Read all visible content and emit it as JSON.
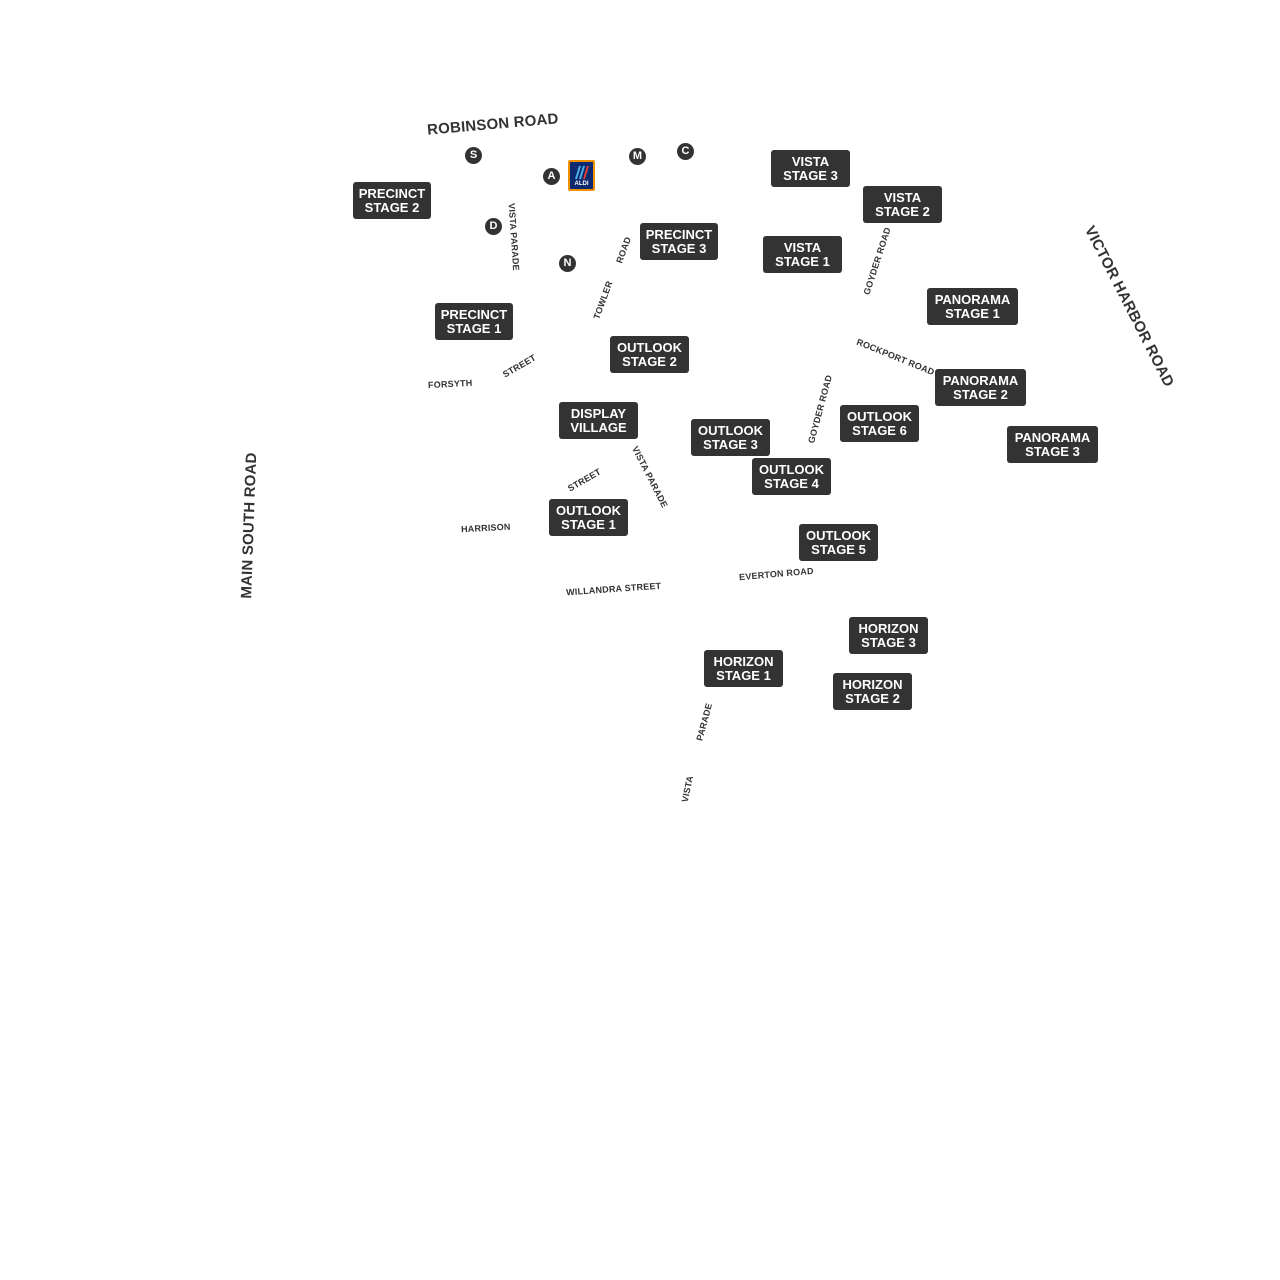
{
  "stages": {
    "precinct_2": {
      "line1": "PRECINCT",
      "line2": "STAGE 2"
    },
    "precinct_1": {
      "line1": "PRECINCT",
      "line2": "STAGE 1"
    },
    "precinct_3": {
      "line1": "PRECINCT",
      "line2": "STAGE 3"
    },
    "vista_3": {
      "line1": "VISTA",
      "line2": "STAGE 3"
    },
    "vista_2": {
      "line1": "VISTA",
      "line2": "STAGE 2"
    },
    "vista_1": {
      "line1": "VISTA",
      "line2": "STAGE 1"
    },
    "panorama_1": {
      "line1": "PANORAMA",
      "line2": "STAGE 1"
    },
    "panorama_2": {
      "line1": "PANORAMA",
      "line2": "STAGE 2"
    },
    "panorama_3": {
      "line1": "PANORAMA",
      "line2": "STAGE 3"
    },
    "outlook_2": {
      "line1": "OUTLOOK",
      "line2": "STAGE 2"
    },
    "outlook_3": {
      "line1": "OUTLOOK",
      "line2": "STAGE 3"
    },
    "outlook_4": {
      "line1": "OUTLOOK",
      "line2": "STAGE 4"
    },
    "outlook_5": {
      "line1": "OUTLOOK",
      "line2": "STAGE 5"
    },
    "outlook_6": {
      "line1": "OUTLOOK",
      "line2": "STAGE 6"
    },
    "outlook_1": {
      "line1": "OUTLOOK",
      "line2": "STAGE 1"
    },
    "display_village": {
      "line1": "DISPLAY",
      "line2": "VILLAGE"
    },
    "horizon_1": {
      "line1": "HORIZON",
      "line2": "STAGE 1"
    },
    "horizon_2": {
      "line1": "HORIZON",
      "line2": "STAGE 2"
    },
    "horizon_3": {
      "line1": "HORIZON",
      "line2": "STAGE 3"
    }
  },
  "roads": {
    "robinson_road": "ROBINSON ROAD",
    "victor_harbor_road": "VICTOR HARBOR ROAD",
    "main_south_road": "MAIN SOUTH ROAD",
    "vista_parade_north": "VISTA PARADE",
    "vista_parade_mid": "VISTA PARADE",
    "towler": "TOWLER",
    "road_towler": "ROAD",
    "goyder_road_north": "GOYDER ROAD",
    "goyder_road_south": "GOYDER ROAD",
    "rockport_road": "ROCKPORT ROAD",
    "forsyth": "FORSYTH",
    "street_forsyth": "STREET",
    "street_harrison": "STREET",
    "harrison": "HARRISON",
    "willandra_street": "WILLANDRA STREET",
    "everton_road": "EVERTON ROAD",
    "parade_south": "PARADE",
    "vista_south": "VISTA"
  },
  "markers": {
    "s": "S",
    "a": "A",
    "m": "M",
    "c": "C",
    "d": "D",
    "n": "N"
  },
  "aldi": {
    "text": "ALDI"
  },
  "colors": {
    "label_bg": "#333333",
    "label_text": "#ffffff",
    "road_text": "#333333",
    "aldi_border": "#f39200",
    "aldi_bg": "#0b2a6f"
  }
}
